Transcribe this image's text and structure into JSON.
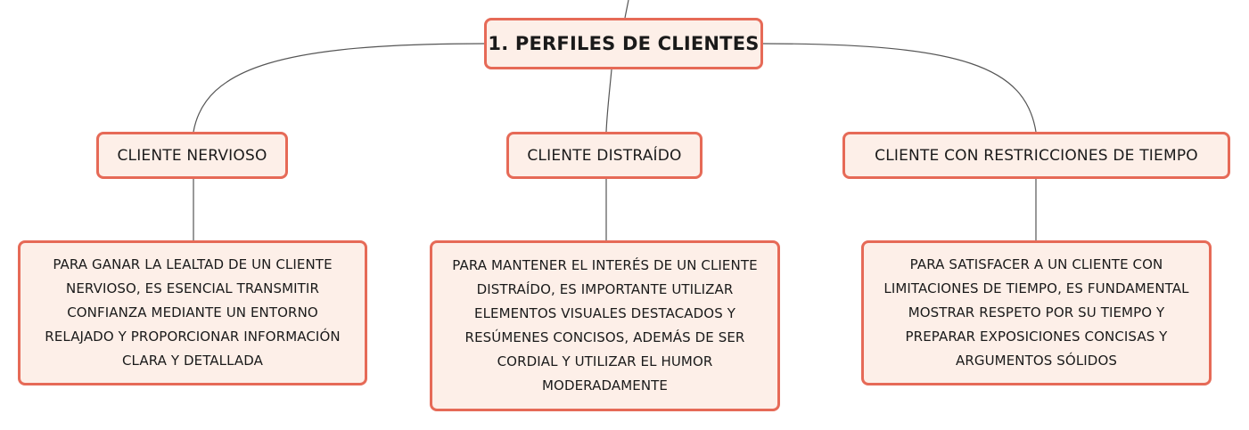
{
  "root": {
    "label": "1. PERFILES DE CLIENTES"
  },
  "profiles": [
    {
      "label": "CLIENTE NERVIOSO",
      "detail": "PARA GANAR LA LEALTAD DE UN CLIENTE NERVIOSO, ES ESENCIAL TRANSMITIR CONFIANZA MEDIANTE UN ENTORNO RELAJADO Y PROPORCIONAR INFORMACIÓN CLARA Y DETALLADA"
    },
    {
      "label": "CLIENTE DISTRAÍDO",
      "detail": "PARA MANTENER EL INTERÉS DE UN CLIENTE DISTRAÍDO, ES IMPORTANTE UTILIZAR ELEMENTOS VISUALES DESTACADOS Y RESÚMENES CONCISOS, ADEMÁS DE SER CORDIAL Y UTILIZAR EL HUMOR MODERADAMENTE"
    },
    {
      "label": "CLIENTE CON RESTRICCIONES DE TIEMPO",
      "detail": "PARA SATISFACER A UN CLIENTE CON LIMITACIONES DE TIEMPO, ES FUNDAMENTAL MOSTRAR RESPETO POR SU TIEMPO Y PREPARAR EXPOSICIONES CONCISAS Y ARGUMENTOS SÓLIDOS"
    }
  ],
  "colors": {
    "node_border": "#e66a57",
    "node_fill": "#fdefe8",
    "connector": "#555555"
  }
}
